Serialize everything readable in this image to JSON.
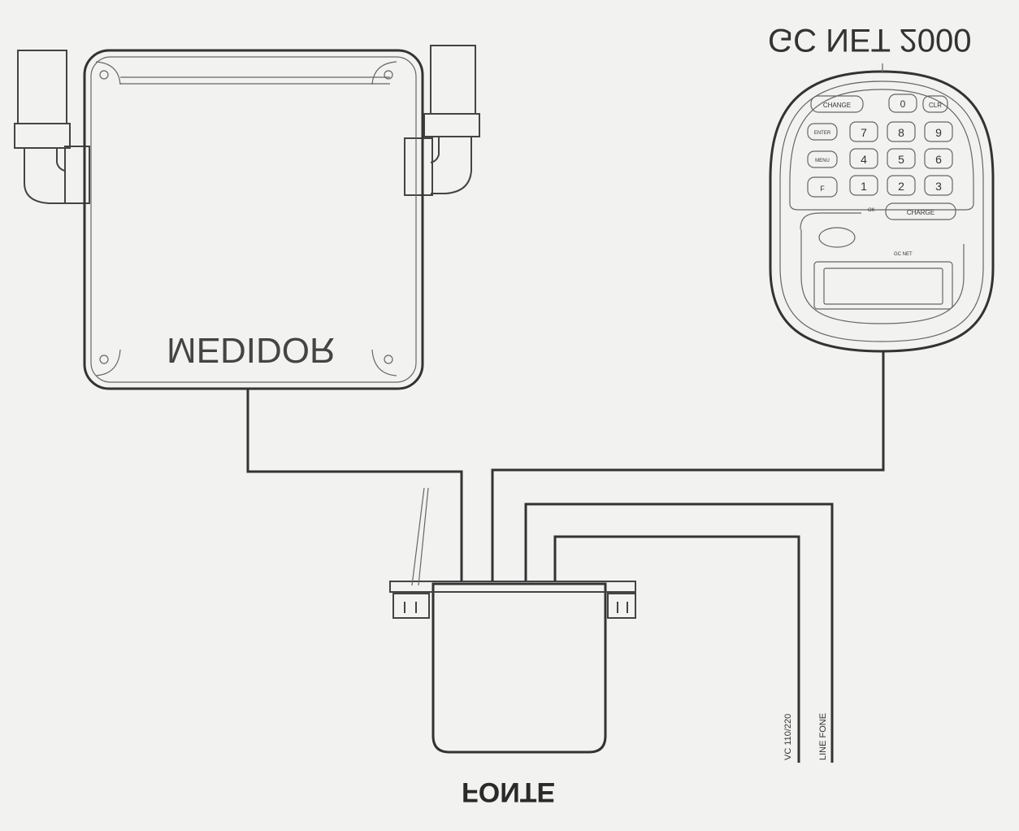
{
  "labels": {
    "medidor": "MEDIDOR",
    "gc_net": "GC NET 2000",
    "fonte": "FONTE",
    "vc_power": "VC 110/220",
    "line_fone": "LINE FONE"
  },
  "keypad": {
    "top_row": [
      "CHANGE",
      "0",
      "CLR"
    ],
    "row1": [
      "7",
      "8",
      "9"
    ],
    "row2": [
      "4",
      "5",
      "6"
    ],
    "row3": [
      "1",
      "2",
      "3"
    ],
    "side_keys": [
      "ENTER",
      "MENU",
      "F"
    ],
    "wide_key": "CHARGE",
    "small_label": "OK",
    "brand_small": "GC NET"
  },
  "colors": {
    "line": "#333333",
    "background": "#f2f2f0"
  }
}
